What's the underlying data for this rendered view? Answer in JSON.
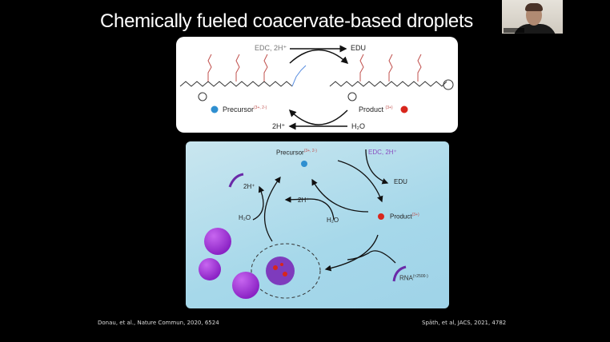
{
  "slide": {
    "title": "Chemically fueled coacervate-based droplets",
    "top_scheme": {
      "reagent_in": "EDC, 2H⁺",
      "byproduct_out": "EDU",
      "water_in": "H₂O",
      "proton_out": "2H⁺",
      "precursor_label": "Precursor",
      "precursor_charge": "(3+, 2-)",
      "product_label": "Product",
      "product_charge": "(3+)"
    },
    "bottom_scheme": {
      "precursor_label": "Precursor",
      "precursor_charge": "(3+, 2-)",
      "reagent_in": "EDC, 2H⁺",
      "byproduct_out": "EDU",
      "product_label": "Product",
      "product_charge": "(3+)",
      "inner_proton_out": "2H⁺",
      "inner_water_in": "H₂O",
      "outer_proton_out": "2H⁺",
      "outer_water_in": "H₂O",
      "rna_label": "RNA",
      "rna_charge": "(≈2500-)"
    },
    "citation_left": "Donau, et al., Nature Commun, 2020, 6524",
    "citation_right": "Späth, et al, JACS, 2021, 4782"
  },
  "colors": {
    "precursor": "#2f8fd0",
    "product": "#d8261c",
    "droplet": "#a23ad6",
    "panel_bg": "#a6d8ea"
  }
}
